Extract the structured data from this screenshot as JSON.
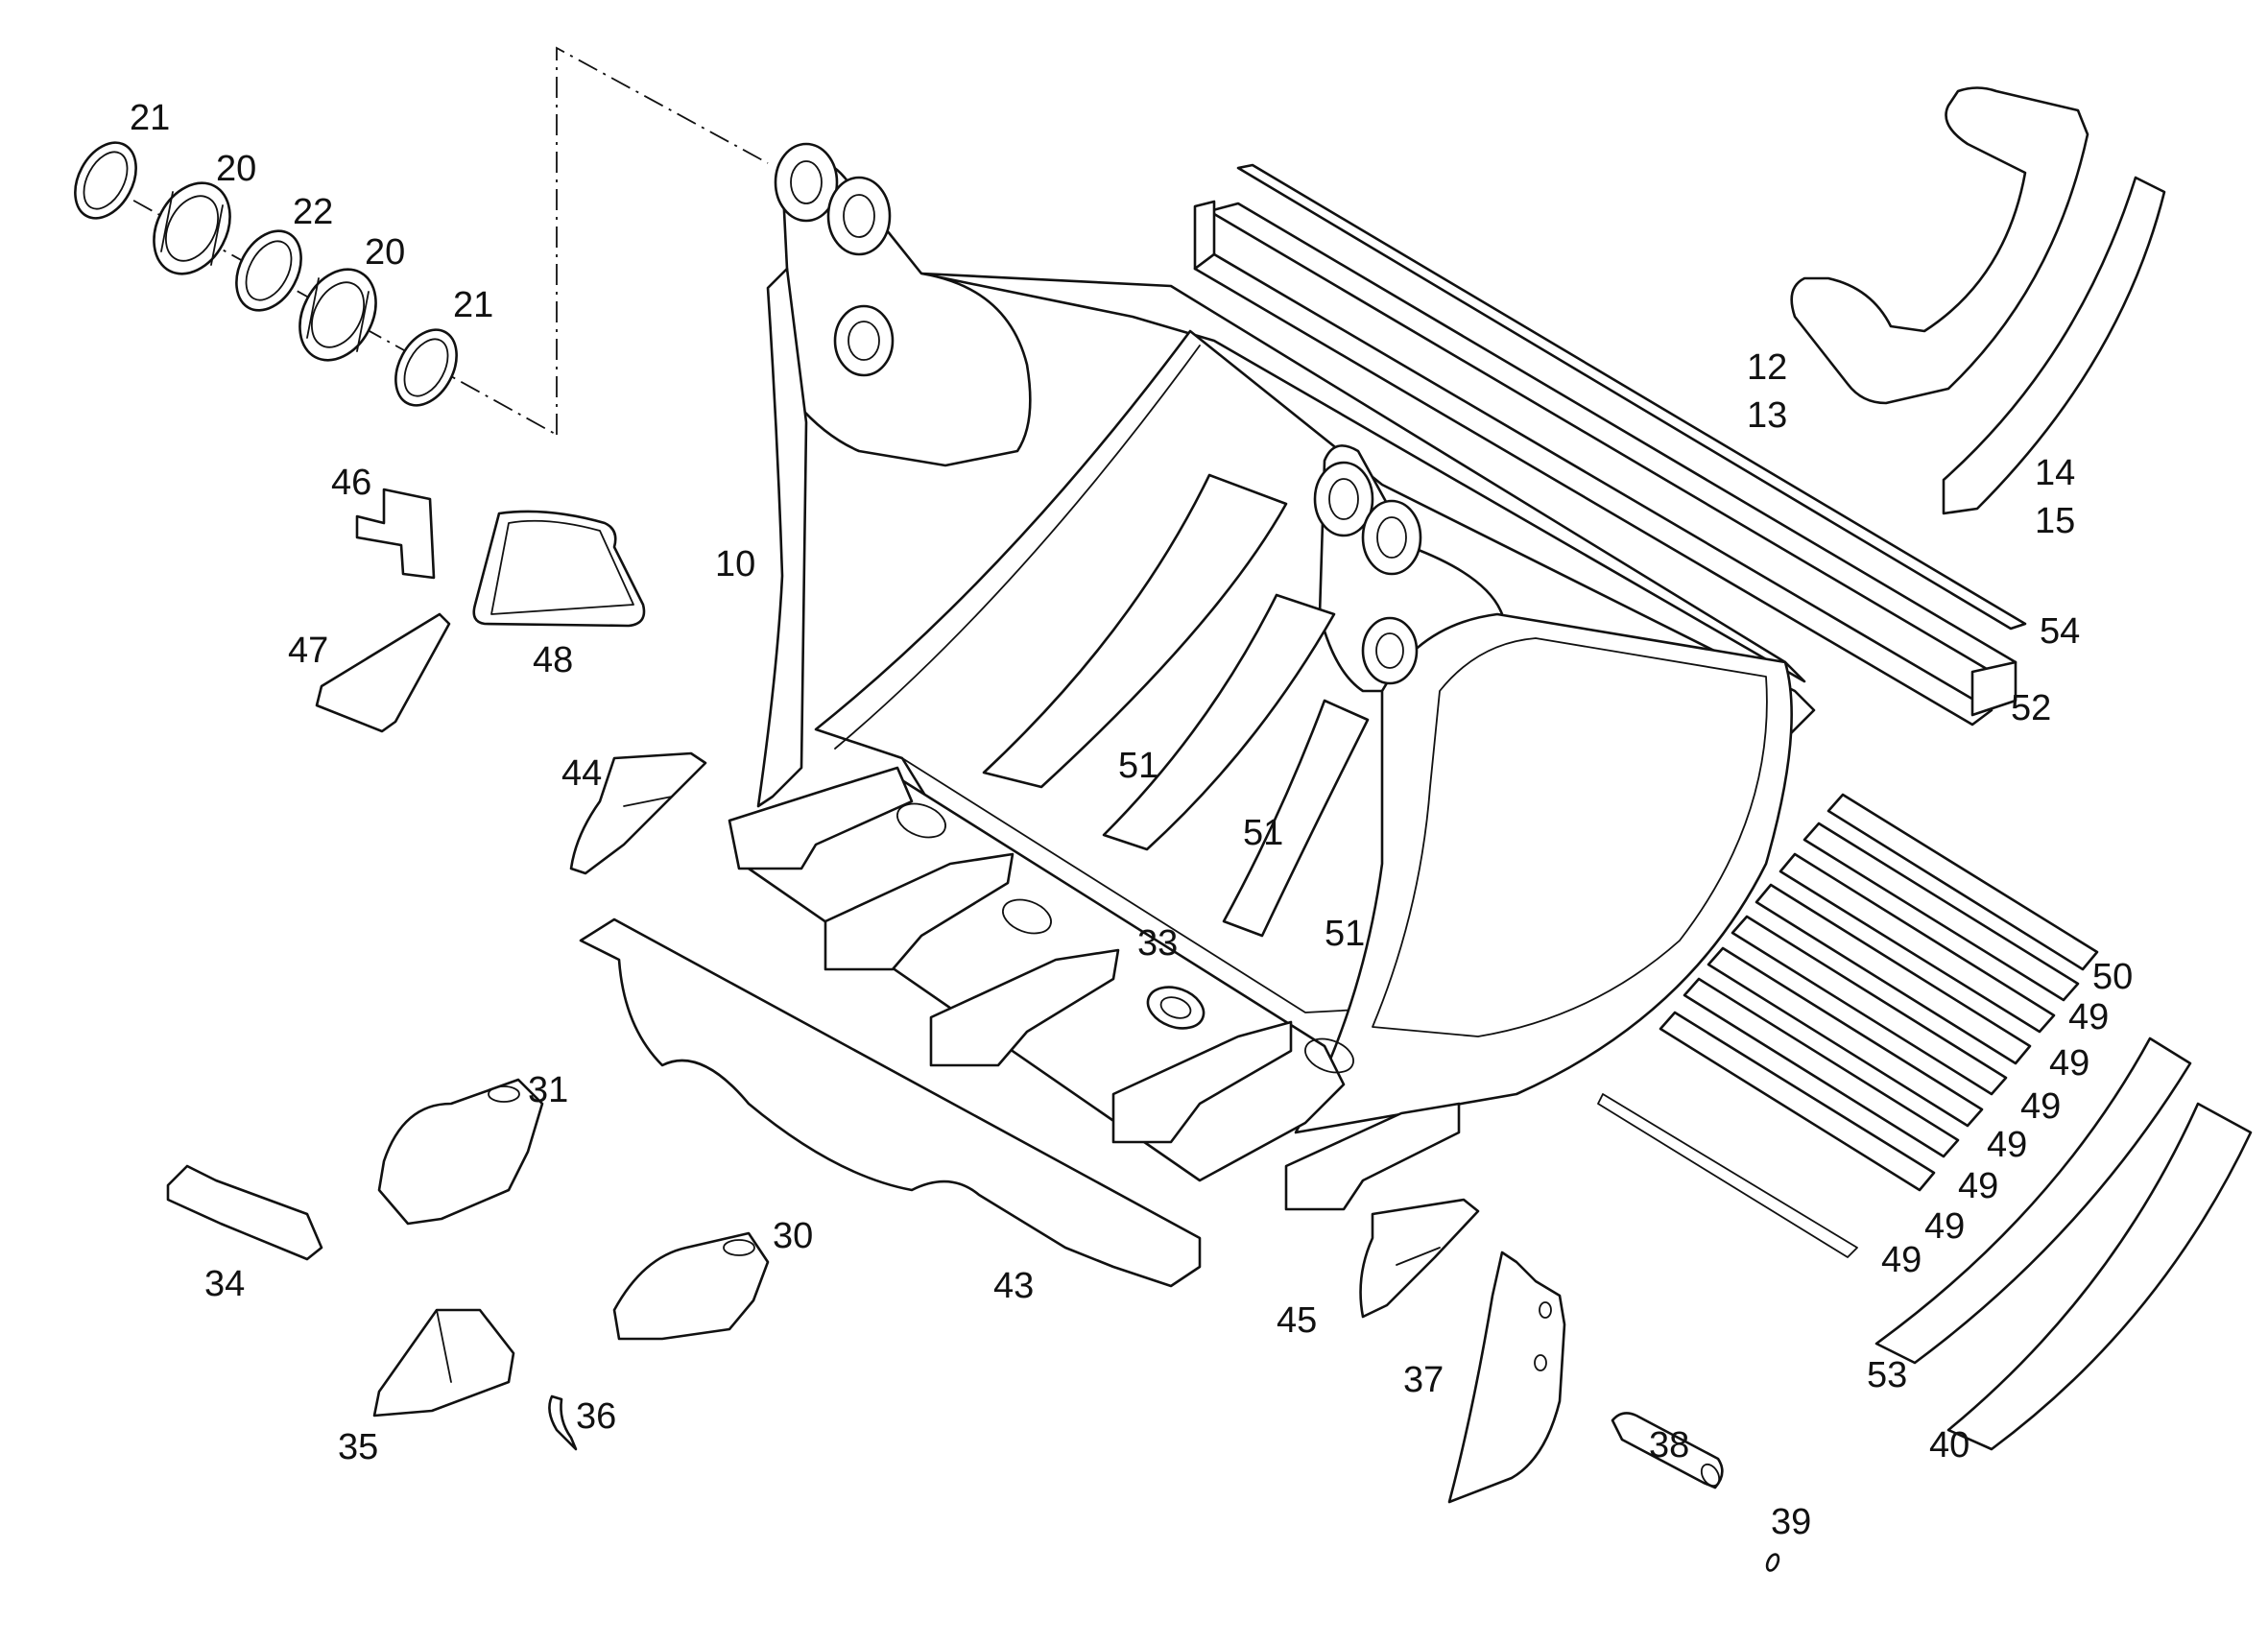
{
  "colors": {
    "line": "#111111",
    "background": "#ffffff"
  },
  "callouts": {
    "c21a": "21",
    "c20a": "20",
    "c22": "22",
    "c20b": "20",
    "c21b": "21",
    "c46": "46",
    "c10": "10",
    "c47": "47",
    "c48": "48",
    "c12": "12",
    "c13": "13",
    "c14": "14",
    "c15": "15",
    "c54": "54",
    "c52": "52",
    "c44": "44",
    "c51a": "51",
    "c51b": "51",
    "c51c": "51",
    "c33": "33",
    "c50": "50",
    "c49a": "49",
    "c49b": "49",
    "c49c": "49",
    "c49d": "49",
    "c49e": "49",
    "c49f": "49",
    "c49g": "49",
    "c31": "31",
    "c34": "34",
    "c30": "30",
    "c43": "43",
    "c45": "45",
    "c37": "37",
    "c36": "36",
    "c35": "35",
    "c38": "38",
    "c39": "39",
    "c53": "53",
    "c40": "40"
  }
}
